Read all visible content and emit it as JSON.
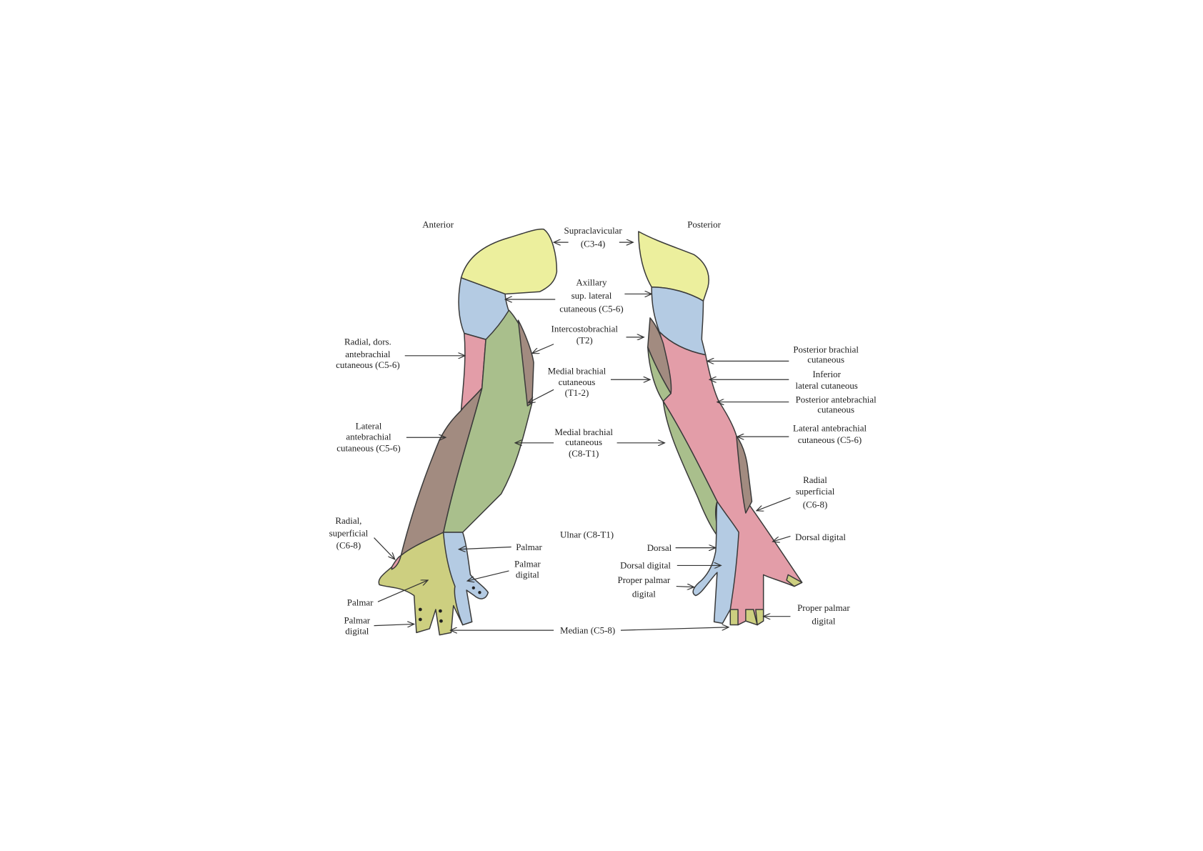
{
  "views": {
    "anterior": "Anterior",
    "posterior": "Posterior"
  },
  "colors": {
    "supraclavicular": "#ecef9d",
    "axillary": "#b4cbe3",
    "radial": "#e39da8",
    "medial": "#a9bf8c",
    "lateral": "#a28b80",
    "median": "#cdcf80"
  },
  "center_labels": {
    "supraclavicular": [
      "Supraclavicular",
      "(C3-4)"
    ],
    "axillary": [
      "Axillary",
      "sup. lateral",
      "cutaneous (C5-6)"
    ],
    "intercostobrachial": [
      "Intercostobrachial",
      "(T2)"
    ],
    "medial_brachial_t12": [
      "Medial brachial",
      "cutaneous",
      "(T1-2)"
    ],
    "medial_brachial_c8t1": [
      "Medial brachial",
      "cutaneous",
      "(C8-T1)"
    ],
    "ulnar": "Ulnar (C8-T1)",
    "median": "Median (C5-8)"
  },
  "anterior_labels": {
    "radial_dors": [
      "Radial, dors.",
      "antebrachial",
      "cutaneous (C5-6)"
    ],
    "lateral_ante": [
      "Lateral",
      "antebrachial",
      "cutaneous (C5-6)"
    ],
    "radial_sup": [
      "Radial,",
      "superficial",
      "(C6-8)"
    ],
    "palmar_left": "Palmar",
    "palmar_digital_left": [
      "Palmar",
      "digital"
    ],
    "palmar_ulnar": "Palmar",
    "palmar_digital_ulnar": [
      "Palmar",
      "digital"
    ]
  },
  "posterior_labels": {
    "post_brachial": [
      "Posterior brachial",
      "cutaneous"
    ],
    "inf_lateral": [
      "Inferior",
      "lateral cutaneous"
    ],
    "post_ante": [
      "Posterior antebrachial",
      "cutaneous"
    ],
    "lateral_ante": [
      "Lateral antebrachial",
      "cutaneous (C5-6)"
    ],
    "radial_sup": [
      "Radial",
      "superficial",
      "(C6-8)"
    ],
    "dorsal_digital_radial": "Dorsal digital",
    "dorsal": "Dorsal",
    "dorsal_digital_ulnar": "Dorsal digital",
    "proper_palmar_left": [
      "Proper palmar",
      "digital"
    ],
    "proper_palmar_right": [
      "Proper palmar",
      "digital"
    ]
  }
}
